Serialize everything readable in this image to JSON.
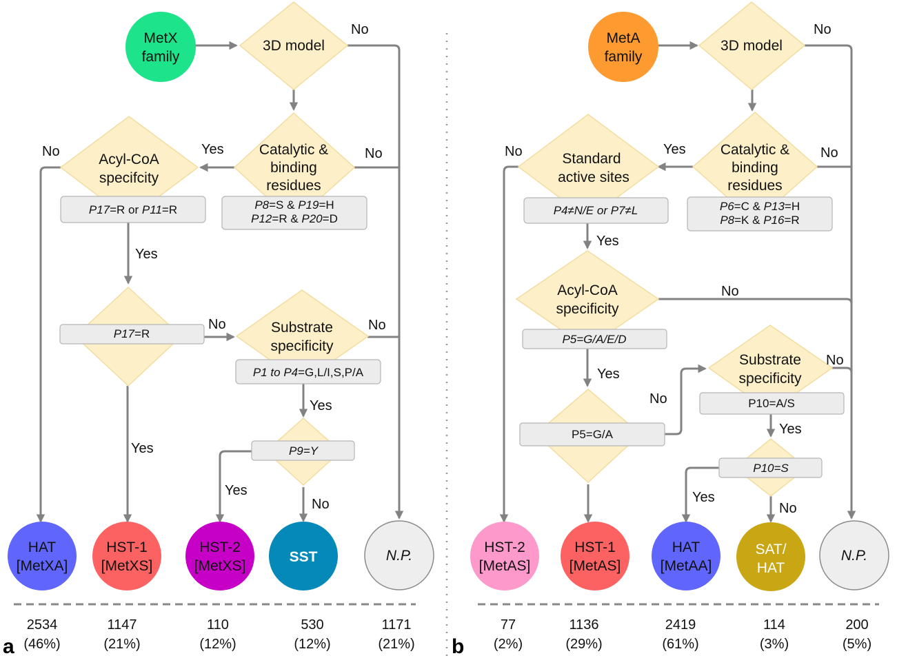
{
  "panel_a": {
    "letter": "a",
    "start": {
      "line1": "MetX",
      "line2": "family",
      "color": "#1de38a"
    },
    "model3d": "3D model",
    "catalytic": {
      "line1": "Catalytic &",
      "line2": "binding",
      "line3": "residues"
    },
    "catalytic_rule": [
      [
        {
          "t": "P8",
          "i": true
        },
        {
          "t": "=S & ",
          "i": false
        },
        {
          "t": "P19",
          "i": true
        },
        {
          "t": "=H",
          "i": false
        }
      ],
      [
        {
          "t": "P12",
          "i": true
        },
        {
          "t": "=R & ",
          "i": false
        },
        {
          "t": "P20",
          "i": true
        },
        {
          "t": "=D",
          "i": false
        }
      ]
    ],
    "acyl": {
      "line1": "Acyl-CoA",
      "line2": "specifcity"
    },
    "acyl_rule": [
      [
        {
          "t": "P17",
          "i": true
        },
        {
          "t": "=R or ",
          "i": false
        },
        {
          "t": "P11",
          "i": true
        },
        {
          "t": "=R",
          "i": false
        }
      ]
    ],
    "p17_rule": [
      [
        {
          "t": "P17",
          "i": true
        },
        {
          "t": "=R",
          "i": false
        }
      ]
    ],
    "substrate": {
      "line1": "Substrate",
      "line2": "specificity"
    },
    "substrate_rule": [
      [
        {
          "t": "P1 to P4",
          "i": true
        },
        {
          "t": "=G,L/I,S,P/A",
          "i": false
        }
      ]
    ],
    "p9_rule": [
      [
        {
          "t": "P9=Y",
          "i": true
        }
      ]
    ],
    "labels": {
      "yes": "Yes",
      "no": "No"
    },
    "outcomes": [
      {
        "line1": "HAT",
        "line2": "[MetXA]",
        "color": "#6066fb",
        "count": "2534",
        "pct": "(46%)"
      },
      {
        "line1": "HST-1",
        "line2": "[MetXS]",
        "color": "#fc6262",
        "count": "1147",
        "pct": "(21%)"
      },
      {
        "line1": "HST-2",
        "line2": "[MetXS]",
        "color": "#c600c6",
        "count": "110",
        "pct": "(12%)"
      },
      {
        "line1": "SST",
        "line2": "",
        "color": "#0589b9",
        "count": "530",
        "pct": "(12%)"
      },
      {
        "line1": "N.P.",
        "line2": "",
        "color": "#eeeeee",
        "count": "1171",
        "pct": "(21%)"
      }
    ]
  },
  "panel_b": {
    "letter": "b",
    "start": {
      "line1": "MetA",
      "line2": "family",
      "color": "#fd9a30"
    },
    "model3d": "3D model",
    "catalytic": {
      "line1": "Catalytic &",
      "line2": "binding",
      "line3": "residues"
    },
    "catalytic_rule": [
      [
        {
          "t": "P6",
          "i": true
        },
        {
          "t": "=C & ",
          "i": false
        },
        {
          "t": "P13",
          "i": true
        },
        {
          "t": "=H",
          "i": false
        }
      ],
      [
        {
          "t": "P8",
          "i": true
        },
        {
          "t": "=K & ",
          "i": false
        },
        {
          "t": "P16",
          "i": true
        },
        {
          "t": "=R",
          "i": false
        }
      ]
    ],
    "standard": {
      "line1": "Standard",
      "line2": "active sites"
    },
    "standard_rule": [
      [
        {
          "t": "P4≠N/E or P7≠L",
          "i": true
        }
      ]
    ],
    "acyl": {
      "line1": "Acyl-CoA",
      "line2": "specificity"
    },
    "acyl_rule": [
      [
        {
          "t": "P5=G/A/E/D",
          "i": true
        }
      ]
    ],
    "p5_rule": [
      [
        {
          "t": "P5=G/A",
          "i": false
        }
      ]
    ],
    "substrate": {
      "line1": "Substrate",
      "line2": "specificity"
    },
    "substrate_rule": [
      [
        {
          "t": "P10=A/S",
          "i": false
        }
      ]
    ],
    "p10_rule": [
      [
        {
          "t": "P10=S",
          "i": true
        }
      ]
    ],
    "labels": {
      "yes": "Yes",
      "no": "No"
    },
    "outcomes": [
      {
        "line1": "HST-2",
        "line2": "[MetAS]",
        "color": "#fd99cb",
        "count": "77",
        "pct": "(2%)"
      },
      {
        "line1": "HST-1",
        "line2": "[MetAS]",
        "color": "#fc6262",
        "count": "1136",
        "pct": "(29%)"
      },
      {
        "line1": "HAT",
        "line2": "[MetAA]",
        "color": "#6066fb",
        "count": "2419",
        "pct": "(61%)"
      },
      {
        "line1": "SAT/",
        "line2": "HAT",
        "color": "#c8a614",
        "count": "114",
        "pct": "(3%)"
      },
      {
        "line1": "N.P.",
        "line2": "",
        "color": "#eeeeee",
        "count": "200",
        "pct": "(5%)"
      }
    ]
  }
}
